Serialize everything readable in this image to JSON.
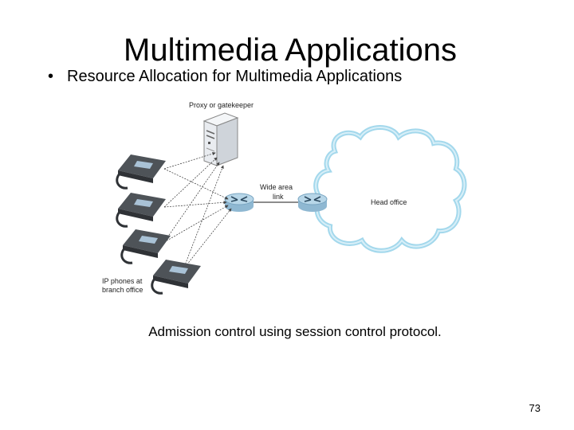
{
  "slide": {
    "title": "Multimedia Applications",
    "bullet": "Resource Allocation for Multimedia Applications",
    "bullet_marker": "•",
    "caption": "Admission control using session control protocol.",
    "page_number": "73"
  },
  "diagram": {
    "proxy_label": "Proxy or gatekeeper",
    "wan_label_line1": "Wide area",
    "wan_label_line2": "link",
    "head_office_label": "Head office",
    "phones_label_line1": "IP phones at",
    "phones_label_line2": "branch office"
  },
  "colors": {
    "cloud_outline": "#9fd6ea",
    "router_fill": "#9cc4dc",
    "phone_body": "#555a60",
    "server_fill": "#e9ecf0"
  }
}
